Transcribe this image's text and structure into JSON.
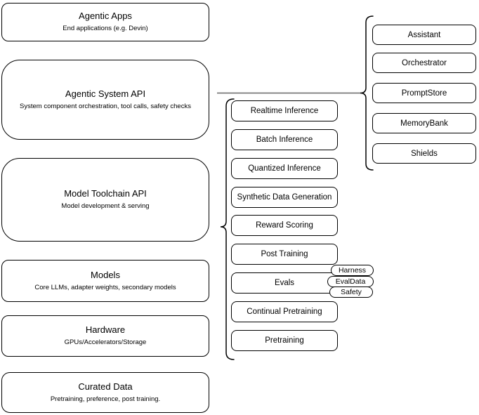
{
  "canvas": {
    "background": "#ffffff",
    "node_fill": "#ffffff",
    "node_stroke": "#000000",
    "connector_color": "#666666"
  },
  "left_column": {
    "boxes": [
      {
        "title": "Agentic Apps",
        "subtitle": "End applications (e.g. Devin)"
      },
      {
        "title": "Agentic System API",
        "subtitle": "System component orchestration, tool calls, safety checks"
      },
      {
        "title": "Model Toolchain API",
        "subtitle": "Model development & serving"
      },
      {
        "title": "Models",
        "subtitle": "Core LLMs, adapter weights, secondary models"
      },
      {
        "title": "Hardware",
        "subtitle": "GPUs/Accelerators/Storage"
      },
      {
        "title": "Curated Data",
        "subtitle": "Pretraining, preference, post training."
      }
    ]
  },
  "toolchain_services": {
    "boxes": [
      "Realtime Inference",
      "Batch Inference",
      "Quantized Inference",
      "Synthetic Data Generation",
      "Reward Scoring",
      "Post Training",
      "Evals",
      "Continual Pretraining",
      "Pretraining"
    ]
  },
  "evals_tags": [
    "Harness",
    "EvalData",
    "Safety"
  ],
  "system_components": {
    "boxes": [
      "Assistant",
      "Orchestrator",
      "PromptStore",
      "MemoryBank",
      "Shields"
    ]
  }
}
